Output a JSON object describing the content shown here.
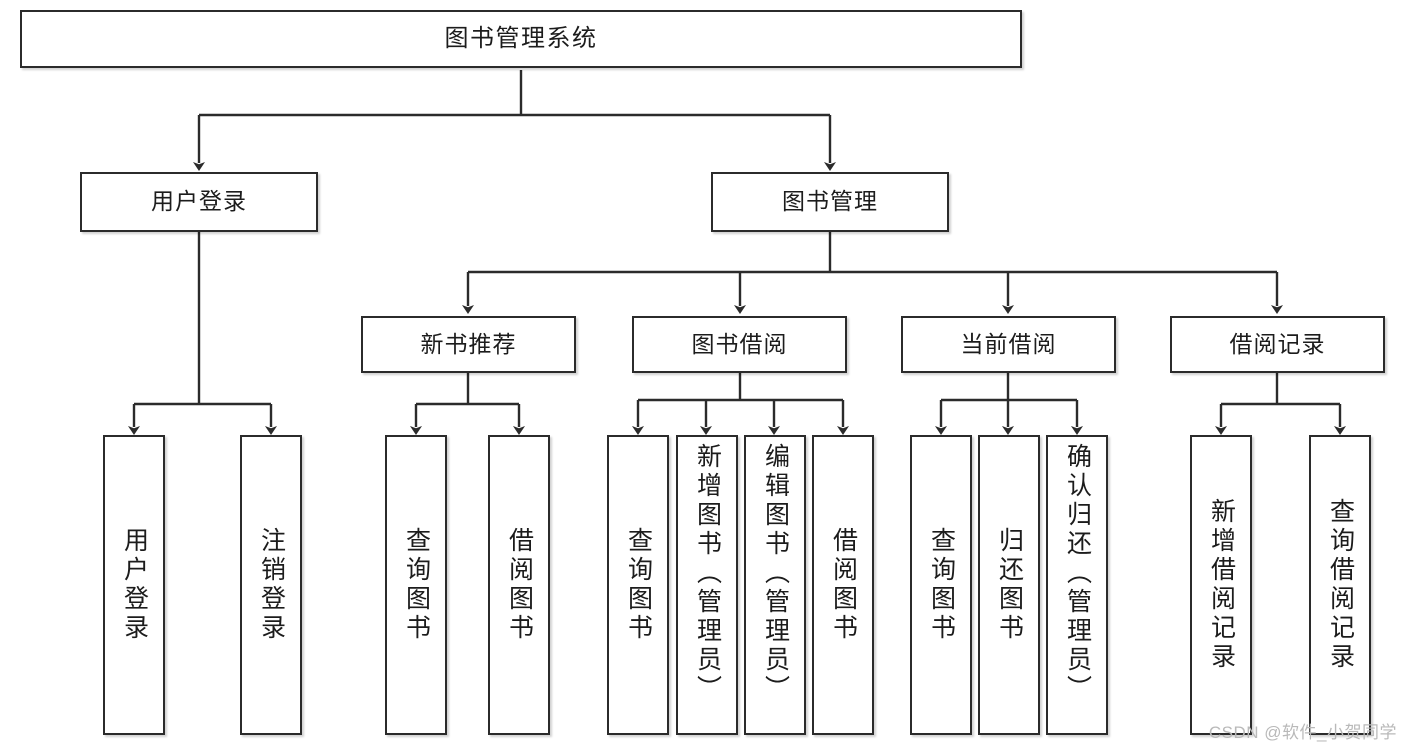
{
  "diagram": {
    "title": "图书管理系统",
    "type": "tree-hierarchy",
    "orientation": "top-down",
    "line_color": "#2b2b2b",
    "box_fill": "#ffffff",
    "text_color": "#1c1c1c",
    "root": {
      "label": "图书管理系统"
    },
    "level2": [
      {
        "label": "用户登录"
      },
      {
        "label": "图书管理"
      }
    ],
    "level3": [
      {
        "label": "新书推荐"
      },
      {
        "label": "图书借阅"
      },
      {
        "label": "当前借阅"
      },
      {
        "label": "借阅记录"
      }
    ],
    "leaves": {
      "user_login": [
        {
          "label": "用户登录"
        },
        {
          "label": "注销登录"
        }
      ],
      "new_book_recommend": [
        {
          "label": "查询图书"
        },
        {
          "label": "借阅图书"
        }
      ],
      "book_borrow": [
        {
          "label": "查询图书"
        },
        {
          "label": "新增图书（管理员）"
        },
        {
          "label": "编辑图书（管理员）"
        },
        {
          "label": "借阅图书"
        }
      ],
      "current_borrow": [
        {
          "label": "查询图书"
        },
        {
          "label": "归还图书"
        },
        {
          "label": "确认归还（管理员）"
        }
      ],
      "borrow_record": [
        {
          "label": "新增借阅记录"
        },
        {
          "label": "查询借阅记录"
        }
      ]
    }
  },
  "watermark": {
    "text": "CSDN @软件_小贺同学"
  }
}
